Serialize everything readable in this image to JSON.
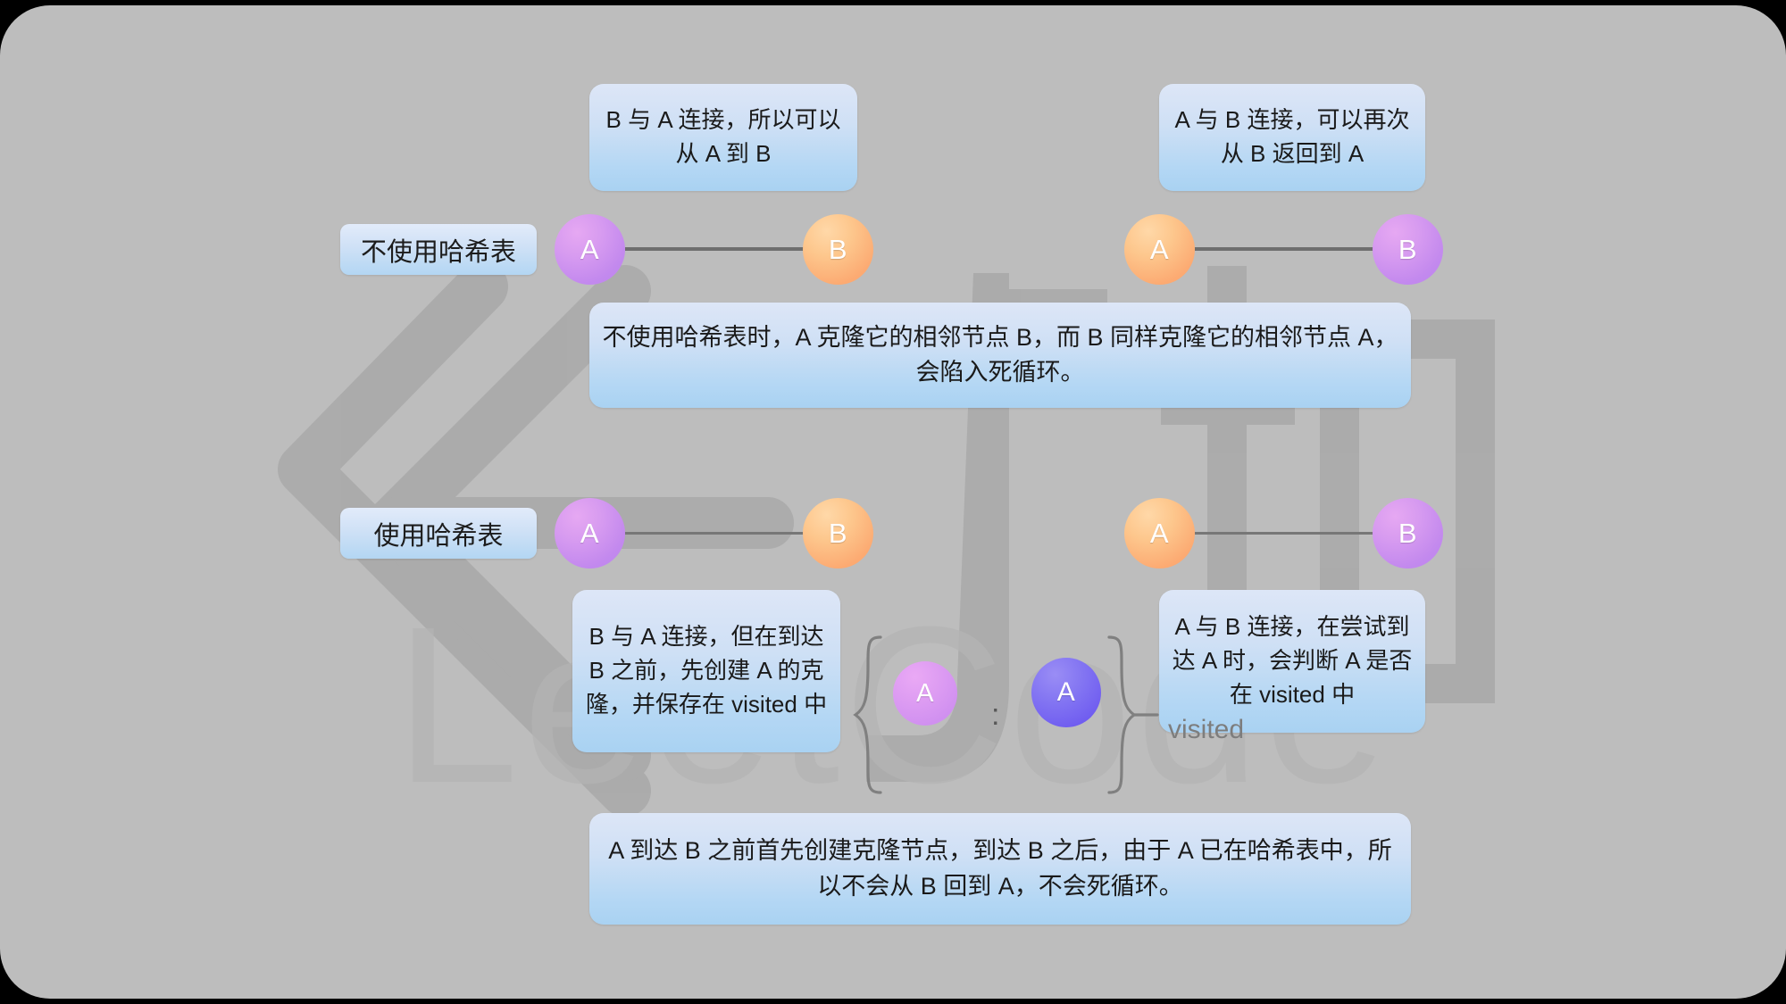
{
  "canvas": {
    "background_color": "#bdbdbd",
    "frame_color": "#000000"
  },
  "watermark": {
    "brand_text": "LeetCode",
    "brand_cn": "力扣",
    "color": "#aeaeae"
  },
  "palette": {
    "node_purple": "#c389ee",
    "node_orange": "#fcab73",
    "node_violet": "#6f5cf0",
    "node_pink": "#cf8ff0",
    "box_blue_top": "#dde6f7",
    "box_blue_bottom": "#a9d2f2",
    "edge_gray": "#6e6e6e",
    "text_dark": "#1a1a1a",
    "text_muted": "#7d7d7d"
  },
  "rows": [
    {
      "id": "without-hash",
      "label": "不使用哈希表",
      "left_group": {
        "callout": "B 与 A 连接，所以可以从 A 到 B",
        "nodes": [
          {
            "label": "A",
            "color": "purple"
          },
          {
            "label": "B",
            "color": "orange"
          }
        ]
      },
      "right_group": {
        "callout": "A 与 B 连接，可以再次从 B 返回到 A",
        "nodes": [
          {
            "label": "A",
            "color": "orange"
          },
          {
            "label": "B",
            "color": "purple"
          }
        ]
      },
      "summary": "不使用哈希表时，A 克隆它的相邻节点 B，而 B 同样克隆它的相邻节点 A，会陷入死循环。"
    },
    {
      "id": "with-hash",
      "label": "使用哈希表",
      "left_group": {
        "callout": "B 与 A 连接，但在到达 B 之前，先创建 A 的克隆，并保存在 visited 中",
        "nodes": [
          {
            "label": "A",
            "color": "purple"
          },
          {
            "label": "B",
            "color": "orange"
          }
        ]
      },
      "right_group": {
        "callout": "A 与 B 连接，在尝试到达 A 时，会判断 A 是否在 visited 中",
        "nodes": [
          {
            "label": "A",
            "color": "orange"
          },
          {
            "label": "B",
            "color": "purple"
          }
        ]
      },
      "visited": {
        "label": "visited",
        "separator": ":",
        "entries": [
          {
            "label": "A",
            "color": "pink",
            "role": "key-original-node"
          },
          {
            "label": "A",
            "color": "violet",
            "role": "value-cloned-node"
          }
        ]
      },
      "summary": "A 到达 B 之前首先创建克隆节点，到达 B 之后，由于 A 已在哈希表中，所以不会从 B 回到 A，不会死循环。"
    }
  ]
}
